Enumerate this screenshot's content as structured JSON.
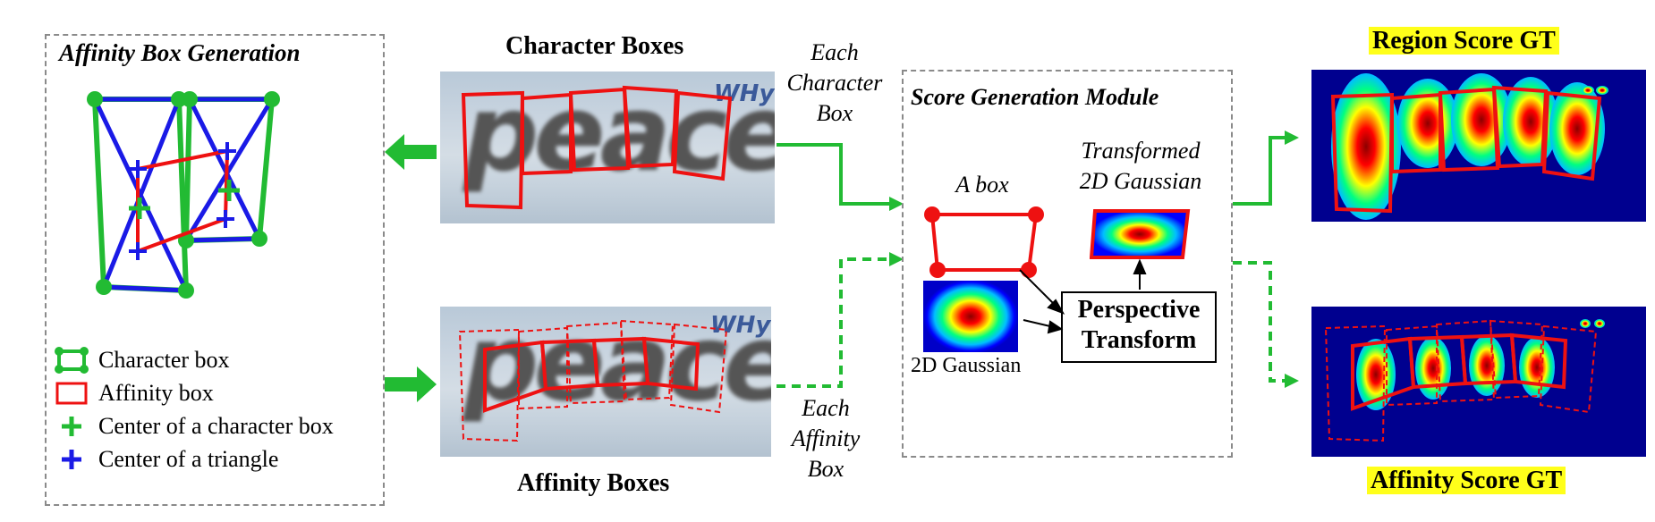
{
  "affinity_panel": {
    "title": "Affinity Box Generation",
    "legend": [
      {
        "label": "Character box",
        "icon": "green-box-icon"
      },
      {
        "label": "Affinity box",
        "icon": "red-box-icon"
      },
      {
        "label": "Center of a character box",
        "icon": "green-plus-icon"
      },
      {
        "label": "Center of a triangle",
        "icon": "blue-plus-icon"
      }
    ]
  },
  "character_boxes": {
    "title": "Character Boxes",
    "word": "peace",
    "logo": "WHy"
  },
  "affinity_boxes": {
    "title": "Affinity Boxes",
    "word": "peace",
    "logo": "WHy"
  },
  "arrow_labels": {
    "each_character_box": [
      "Each",
      "Character",
      "Box"
    ],
    "each_affinity_box": [
      "Each",
      "Affinity",
      "Box"
    ]
  },
  "score_module": {
    "title": "Score Generation Module",
    "a_box": "A box",
    "transformed": [
      "Transformed",
      "2D Gaussian"
    ],
    "gaussian": "2D Gaussian",
    "perspective": [
      "Perspective",
      "Transform"
    ]
  },
  "outputs": {
    "region": "Region Score GT",
    "affinity": "Affinity Score GT"
  },
  "colors": {
    "green": "#22bb33",
    "red": "#ee1111",
    "blue": "#1a1ae6",
    "highlight": "#ffff1a",
    "heatmap_bg": "#00008f"
  }
}
